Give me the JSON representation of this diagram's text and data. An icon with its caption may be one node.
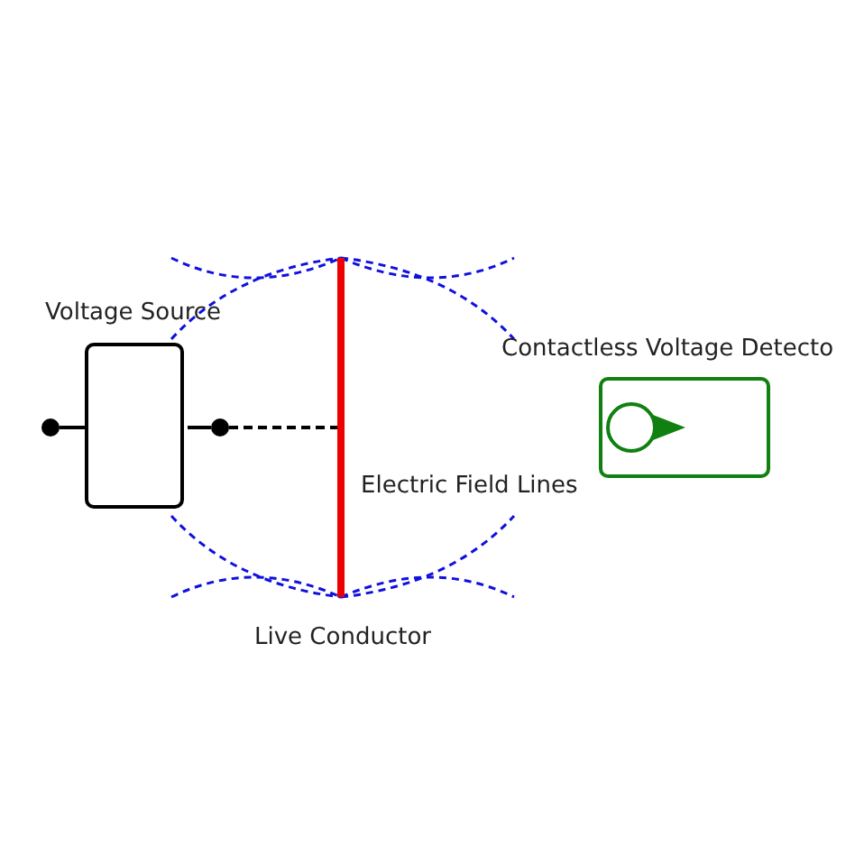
{
  "diagram": {
    "nodes": [
      {
        "text": [
          "Voltage Source"
        ]
      },
      {
        "text": [],
        "shape": "circle"
      },
      {
        "text": [],
        "shape": "circle"
      },
      {
        "text": [
          "Live Conductor"
        ]
      },
      {
        "text": [
          "Contactless Voltage Detecto"
        ]
      }
    ],
    "edges": [
      {
        "from": 1,
        "to": 0,
        "arrow": "none"
      },
      {
        "from": 0,
        "to": 2,
        "arrow": "none"
      },
      {
        "from": 2,
        "to": 3,
        "arrow": "none",
        "style": "dashed"
      }
    ],
    "labels": [
      "Electric Field Lines"
    ]
  }
}
